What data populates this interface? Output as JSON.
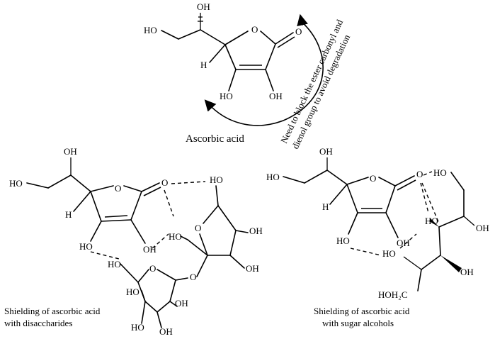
{
  "captions": {
    "ascorbic": "Ascorbic acid",
    "disaccharide_1": "Shielding of ascorbic acid",
    "disaccharide_2": "with disaccharides",
    "alcohol_1": "Shielding of ascorbic acid",
    "alcohol_2": "with sugar alcohols"
  },
  "note": {
    "line1": "Need to block the ester carbonyl and",
    "line2": "dienol group to avoid degradation"
  },
  "atoms": {
    "oh": "OH",
    "ho": "HO",
    "o": "O",
    "h": "H",
    "hoh2c": "HOH₂C"
  }
}
